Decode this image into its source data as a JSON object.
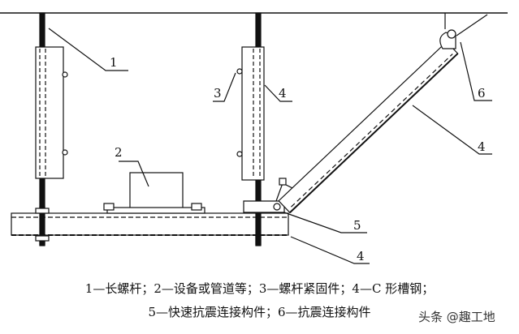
{
  "labels": {
    "l1": "1",
    "l2": "2",
    "l3": "3",
    "l4a": "4",
    "l4b": "4",
    "l4c": "4",
    "l5": "5",
    "l6": "6"
  },
  "caption": {
    "line1": "1—长螺杆；2—设备或管道等；3—螺杆紧固件；4—C 形槽钢；",
    "line2": "5—快速抗震连接构件；6—抗震连接构件"
  },
  "watermark": "头条 @趣工地"
}
